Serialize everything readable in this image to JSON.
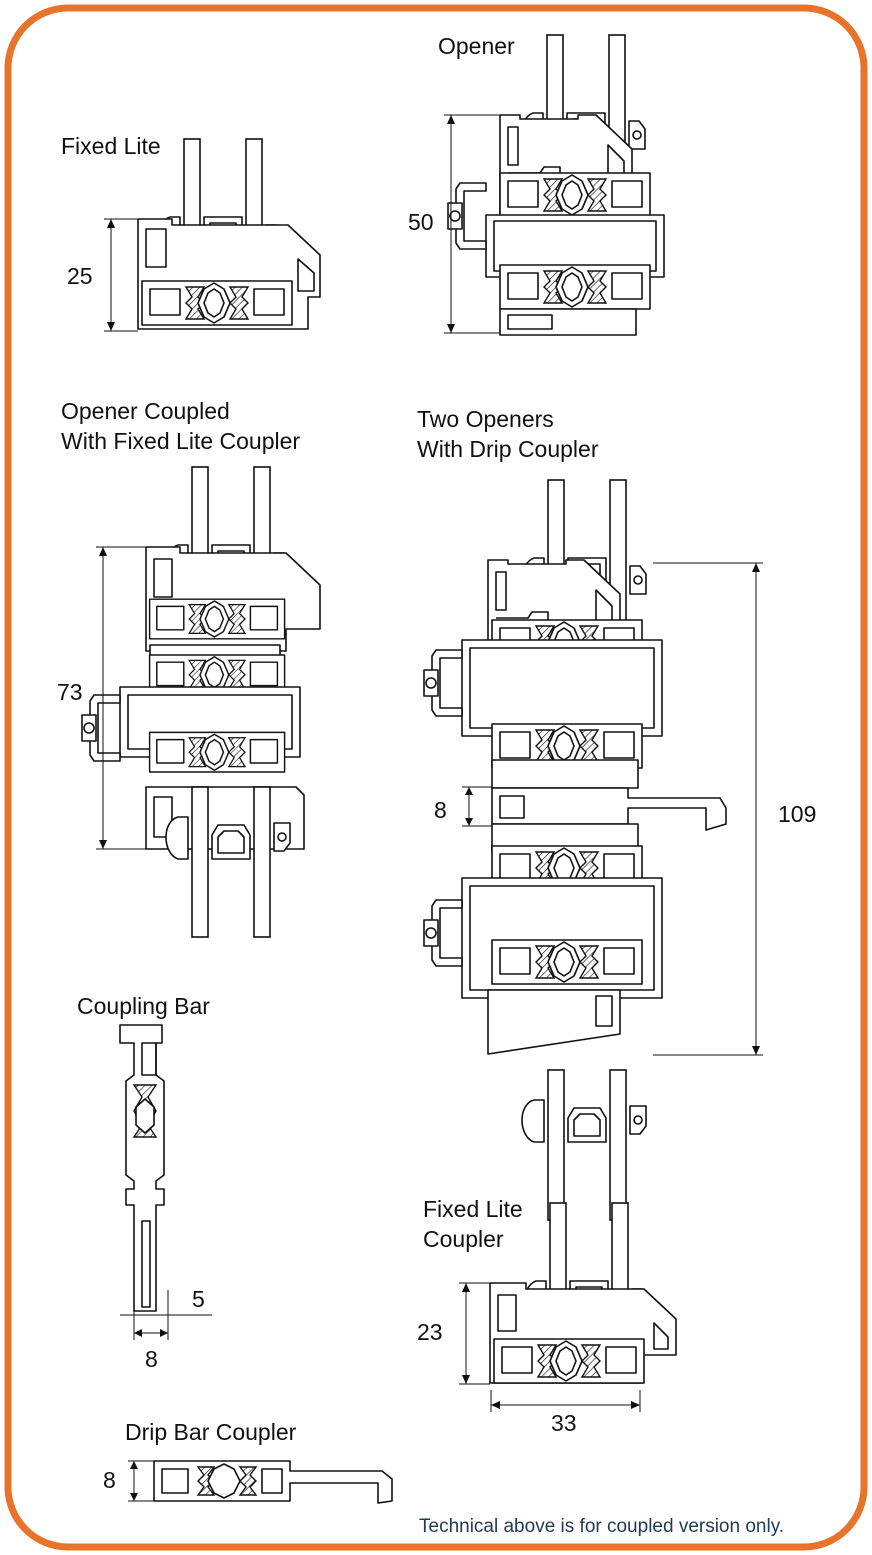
{
  "accent_color": "#E8732A",
  "sections": {
    "fixed_lite": {
      "title": "Fixed Lite",
      "dimension": "25"
    },
    "opener": {
      "title": "Opener",
      "dimension": "50"
    },
    "opener_coupled": {
      "title_line1": "Opener Coupled",
      "title_line2": "With Fixed Lite Coupler",
      "dimension": "73"
    },
    "two_openers": {
      "title_line1": "Two Openers",
      "title_line2": "With Drip Coupler",
      "dimension_total": "109",
      "dimension_drip": "8"
    },
    "coupling_bar": {
      "title": "Coupling Bar",
      "dimension_inner": "5",
      "dimension_outer": "8"
    },
    "fixed_lite_coupler": {
      "title_line1": "Fixed Lite",
      "title_line2": "Coupler",
      "dimension_height": "23",
      "dimension_width": "33"
    },
    "drip_bar_coupler": {
      "title": "Drip Bar Coupler",
      "dimension": "8"
    }
  },
  "footer_note": "Technical above is for coupled version only."
}
